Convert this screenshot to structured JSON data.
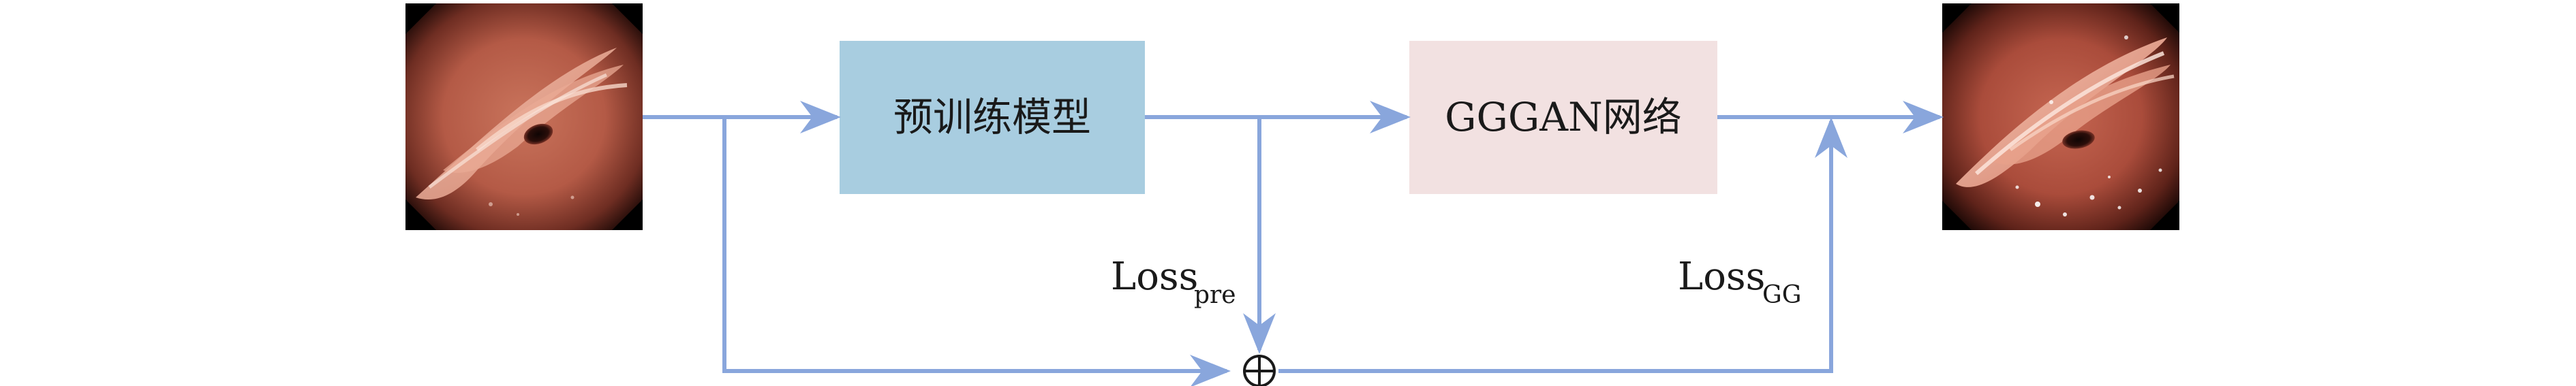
{
  "nodes": {
    "pretrained_model": {
      "label": "预训练模型",
      "fill": "#a8cde0"
    },
    "gggan_network": {
      "label": "GGGAN网络",
      "fill": "#f2e1e1"
    },
    "sum_node": {
      "symbol": "⊕"
    }
  },
  "losses": {
    "pre": {
      "main": "Loss",
      "sub": "pre"
    },
    "gg": {
      "main": "Loss",
      "sub": "GG"
    }
  },
  "images": {
    "input": {
      "content": "endoscopy-input-image"
    },
    "output": {
      "content": "endoscopy-output-image"
    }
  },
  "colors": {
    "connector": "#89a6dc"
  }
}
